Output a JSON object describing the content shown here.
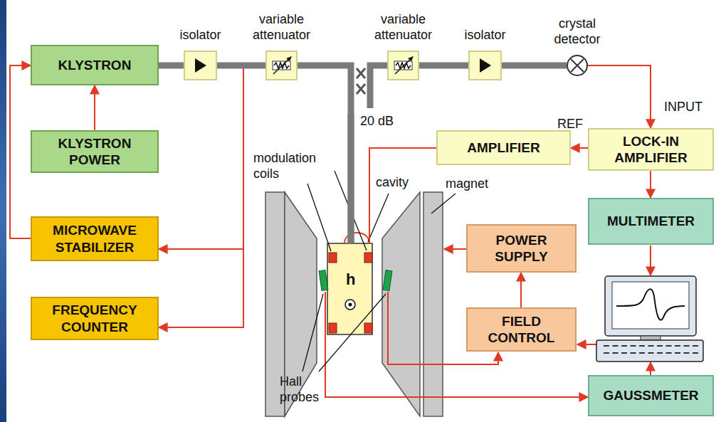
{
  "diagram": {
    "nodes": [
      {
        "text": [
          "KLYSTRON"
        ]
      },
      {
        "text": [
          "KLYSTRON POWER"
        ]
      },
      {
        "text": [
          "MICROWAVE STABILIZER"
        ]
      },
      {
        "text": [
          "FREQUENCY COUNTER"
        ]
      },
      {
        "text": [
          "isolator"
        ]
      },
      {
        "text": [
          "variable attenuator"
        ]
      },
      {
        "text": [
          "variable attenuator"
        ]
      },
      {
        "text": [
          "isolator"
        ]
      },
      {
        "text": [
          "crystal detector"
        ]
      },
      {
        "text": [
          "LOCK-IN AMPLIFIER"
        ]
      },
      {
        "text": [
          "AMPLIFIER"
        ]
      },
      {
        "text": [
          "MULTIMETER"
        ]
      },
      {
        "text": [
          "POWER SUPPLY"
        ]
      },
      {
        "text": [
          "FIELD CONTROL"
        ]
      },
      {
        "text": [
          "GAUSSMETER"
        ]
      },
      {
        "text": [
          "cavity",
          "h"
        ]
      }
    ],
    "edges": [
      {
        "from": 0,
        "to": 4,
        "arrow": "none"
      },
      {
        "from": 4,
        "to": 5,
        "arrow": "none"
      },
      {
        "from": 5,
        "to": 15,
        "arrow": "none"
      },
      {
        "from": 15,
        "to": 6,
        "arrow": "none"
      },
      {
        "from": 6,
        "to": 7,
        "arrow": "none"
      },
      {
        "from": 7,
        "to": 8,
        "arrow": "none"
      },
      {
        "from": 1,
        "to": 0,
        "arrow": "to"
      },
      {
        "from": 2,
        "to": 0,
        "arrow": "to"
      },
      {
        "from": 4,
        "to": 2,
        "arrow": "to"
      },
      {
        "from": 4,
        "to": 3,
        "arrow": "to"
      },
      {
        "from": 8,
        "to": 9,
        "arrow": "to"
      },
      {
        "from": 9,
        "to": 10,
        "arrow": "to"
      },
      {
        "from": 10,
        "to": 15,
        "arrow": "none"
      },
      {
        "from": 9,
        "to": 11,
        "arrow": "to"
      },
      {
        "from": 13,
        "to": 12,
        "arrow": "to"
      }
    ],
    "labels": [
      "20 dB",
      "REF",
      "INPUT",
      "modulation coils",
      "magnet",
      "Hall probes"
    ]
  }
}
